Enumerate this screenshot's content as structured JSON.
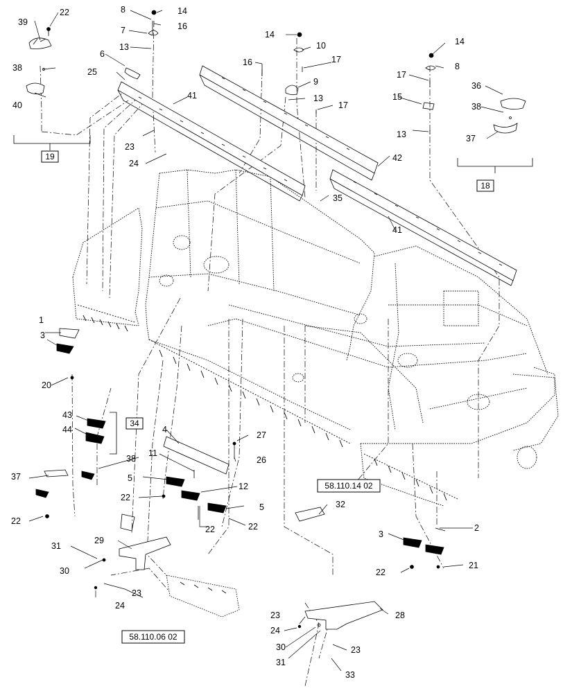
{
  "callouts": [
    {
      "id": "c1",
      "label": "1"
    },
    {
      "id": "c2",
      "label": "2"
    },
    {
      "id": "c3a",
      "label": "3"
    },
    {
      "id": "c3b",
      "label": "3"
    },
    {
      "id": "c4",
      "label": "4"
    },
    {
      "id": "c5a",
      "label": "5"
    },
    {
      "id": "c5b",
      "label": "5"
    },
    {
      "id": "c6",
      "label": "6"
    },
    {
      "id": "c7",
      "label": "7"
    },
    {
      "id": "c8a",
      "label": "8"
    },
    {
      "id": "c8b",
      "label": "8"
    },
    {
      "id": "c9",
      "label": "9"
    },
    {
      "id": "c10",
      "label": "10"
    },
    {
      "id": "c11",
      "label": "11"
    },
    {
      "id": "c12",
      "label": "12"
    },
    {
      "id": "c13a",
      "label": "13"
    },
    {
      "id": "c13b",
      "label": "13"
    },
    {
      "id": "c13c",
      "label": "13"
    },
    {
      "id": "c14a",
      "label": "14"
    },
    {
      "id": "c14b",
      "label": "14"
    },
    {
      "id": "c14c",
      "label": "14"
    },
    {
      "id": "c15",
      "label": "15"
    },
    {
      "id": "c16a",
      "label": "16"
    },
    {
      "id": "c16b",
      "label": "16"
    },
    {
      "id": "c17a",
      "label": "17"
    },
    {
      "id": "c17b",
      "label": "17"
    },
    {
      "id": "c17c",
      "label": "17"
    },
    {
      "id": "c20",
      "label": "20"
    },
    {
      "id": "c21",
      "label": "21"
    },
    {
      "id": "c22a",
      "label": "22"
    },
    {
      "id": "c22b",
      "label": "22"
    },
    {
      "id": "c22c",
      "label": "22"
    },
    {
      "id": "c22d",
      "label": "22"
    },
    {
      "id": "c22e",
      "label": "22"
    },
    {
      "id": "c22f",
      "label": "22"
    },
    {
      "id": "c23a",
      "label": "23"
    },
    {
      "id": "c23b",
      "label": "23"
    },
    {
      "id": "c23c",
      "label": "23"
    },
    {
      "id": "c23d",
      "label": "23"
    },
    {
      "id": "c24a",
      "label": "24"
    },
    {
      "id": "c24b",
      "label": "24"
    },
    {
      "id": "c24c",
      "label": "24"
    },
    {
      "id": "c25",
      "label": "25"
    },
    {
      "id": "c26",
      "label": "26"
    },
    {
      "id": "c27",
      "label": "27"
    },
    {
      "id": "c28",
      "label": "28"
    },
    {
      "id": "c29",
      "label": "29"
    },
    {
      "id": "c30a",
      "label": "30"
    },
    {
      "id": "c30b",
      "label": "30"
    },
    {
      "id": "c31a",
      "label": "31"
    },
    {
      "id": "c31b",
      "label": "31"
    },
    {
      "id": "c32",
      "label": "32"
    },
    {
      "id": "c33",
      "label": "33"
    },
    {
      "id": "c35",
      "label": "35"
    },
    {
      "id": "c36",
      "label": "36"
    },
    {
      "id": "c37a",
      "label": "37"
    },
    {
      "id": "c37b",
      "label": "37"
    },
    {
      "id": "c38a",
      "label": "38"
    },
    {
      "id": "c38b",
      "label": "38"
    },
    {
      "id": "c38c",
      "label": "38"
    },
    {
      "id": "c39",
      "label": "39"
    },
    {
      "id": "c40",
      "label": "40"
    },
    {
      "id": "c41a",
      "label": "41"
    },
    {
      "id": "c41b",
      "label": "41"
    },
    {
      "id": "c42",
      "label": "42"
    },
    {
      "id": "c43",
      "label": "43"
    },
    {
      "id": "c44",
      "label": "44"
    }
  ],
  "group_refs": [
    {
      "id": "g19",
      "label": "19"
    },
    {
      "id": "g18",
      "label": "18"
    },
    {
      "id": "g34",
      "label": "34"
    }
  ],
  "section_refs": [
    {
      "id": "s1",
      "label": "58.110.14 02"
    },
    {
      "id": "s2",
      "label": "58.110.06 02"
    }
  ]
}
